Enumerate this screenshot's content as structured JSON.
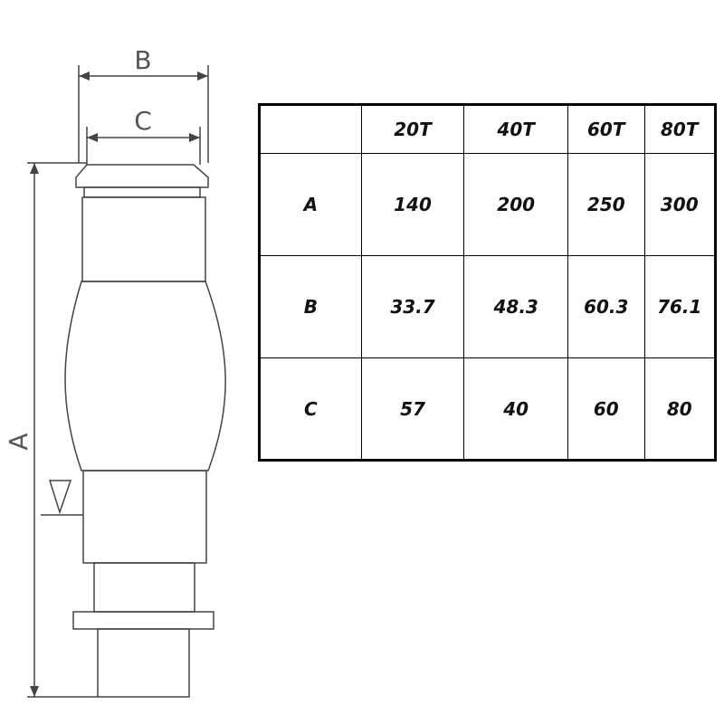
{
  "drawing": {
    "dimensions": {
      "a_label": "A",
      "b_label": "B",
      "c_label": "C"
    },
    "icons": [
      "water-level-icon"
    ]
  },
  "table": {
    "columns": [
      "",
      "20T",
      "40T",
      "60T",
      "80T"
    ],
    "rows": [
      {
        "label": "A",
        "values": [
          "140",
          "200",
          "250",
          "300"
        ]
      },
      {
        "label": "B",
        "values": [
          "33.7",
          "48.3",
          "60.3",
          "76.1"
        ]
      },
      {
        "label": "C",
        "values": [
          "57",
          "40",
          "60",
          "80"
        ]
      }
    ]
  },
  "colors": {
    "line": "#444444",
    "label": "#555555",
    "table_border": "#000000",
    "background": "#ffffff"
  }
}
